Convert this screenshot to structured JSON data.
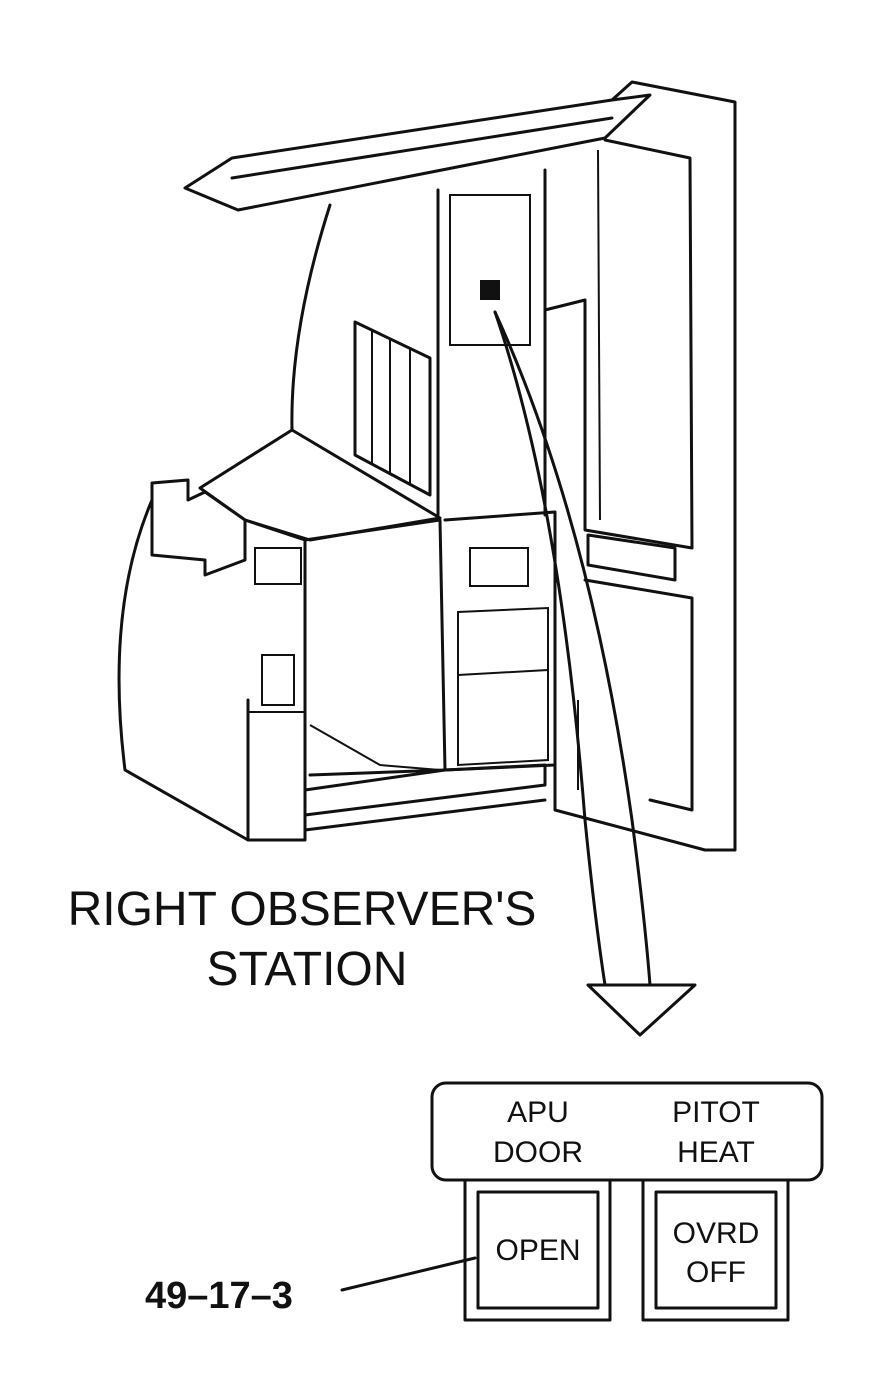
{
  "station_label_line1": "RIGHT OBSERVER'S",
  "station_label_line2": "STATION",
  "panel": {
    "left_header_line1": "APU",
    "left_header_line2": "DOOR",
    "right_header_line1": "PITOT",
    "right_header_line2": "HEAT",
    "left_button": "OPEN",
    "right_button_line1": "OVRD",
    "right_button_line2": "OFF"
  },
  "callout": "49–17–3"
}
